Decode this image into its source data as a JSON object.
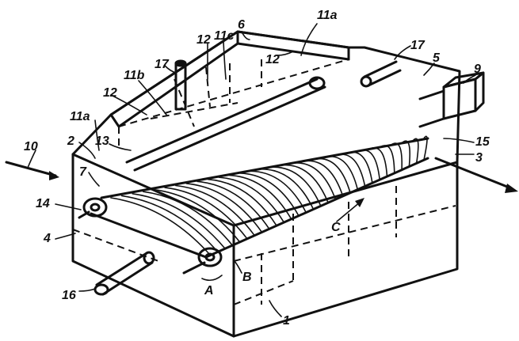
{
  "figure": {
    "labels": {
      "l1": "1",
      "l2": "2",
      "l3": "3",
      "l4": "4",
      "l5": "5",
      "l6": "6",
      "l7": "7",
      "l9": "9",
      "l10": "10",
      "l11a_top": "11a",
      "l11a_left": "11a",
      "l11b": "11b",
      "l11c": "11c",
      "l12_top": "12",
      "l12_mid": "12",
      "l12_left": "12",
      "l13": "13",
      "l14": "14",
      "l15": "15",
      "l16": "16",
      "l17_left": "17",
      "l17_right": "17",
      "lA": "A",
      "lB": "B",
      "lC": "C"
    }
  }
}
